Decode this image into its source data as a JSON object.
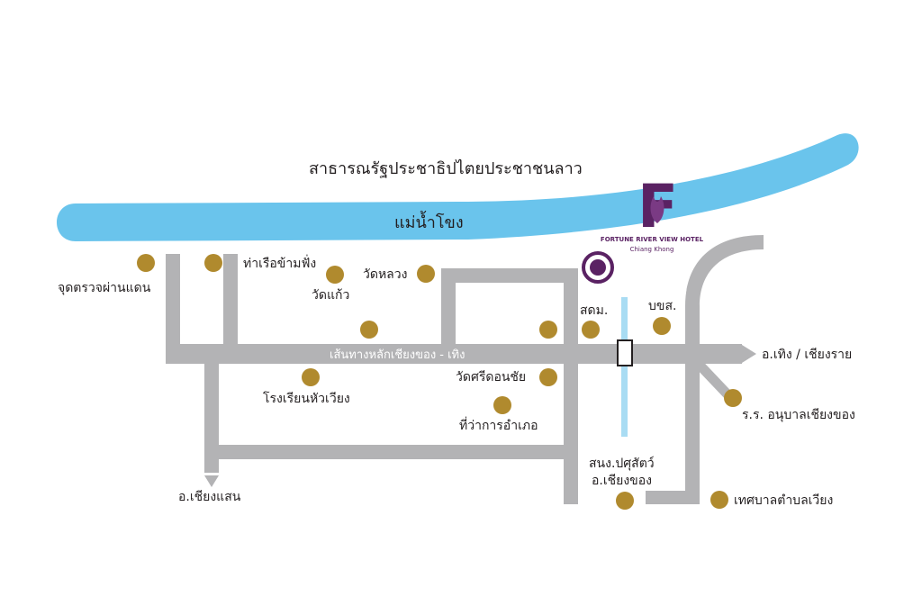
{
  "country_label": "สาธารณรัฐประชาธิปไตยประชาชนลาว",
  "river_label": "แม่น้ำโขง",
  "hotel": {
    "logo_letter": "F",
    "name": "FORTUNE RIVER VIEW HOTEL",
    "location": "Chiang Khong",
    "brand_color": "#5a2263"
  },
  "main_road_label": "เส้นทางหลักเชียงของ - เทิง",
  "directions": {
    "east": "อ.เทิง / เชียงราย",
    "south": "อ.เชียงแสน"
  },
  "places": {
    "checkpoint": "จุดตรวจผ่านแดน",
    "ferry_pier": "ท่าเรือข้ามฟั่ง",
    "wat_kaew": "วัดแก้ว",
    "wat_luang": "วัดหลวง",
    "post_office": "สดม.",
    "bus_company": "บขส.",
    "school": "โรงเรียนหัวเวียง",
    "wat_sri_don_chai": "วัดศรีดอนชัย",
    "district_office": "ที่ว่าการอำเภอ",
    "kindergarten": "ร.ร. อนุบาลเชียงของ",
    "livestock_office_1": "สนง.ปศุสัตว์",
    "livestock_office_2": "อ.เชียงของ",
    "municipality": "เทศบาลตำบลเวียง"
  },
  "colors": {
    "river": "#6ac4ec",
    "road": "#b3b3b5",
    "poi": "#b08a2e",
    "brand": "#5a2263",
    "canal": "#a9dcf3"
  }
}
